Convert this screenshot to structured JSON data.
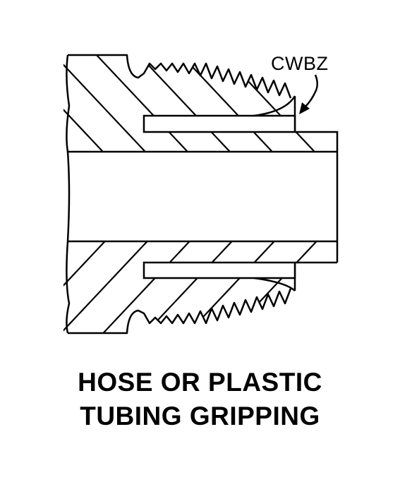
{
  "diagram": {
    "callout_label": "CWBZ",
    "caption": {
      "line1": "HOSE OR PLASTIC",
      "line2": "TUBING GRIPPING"
    },
    "colors": {
      "stroke": "#000000",
      "background": "#ffffff"
    }
  }
}
